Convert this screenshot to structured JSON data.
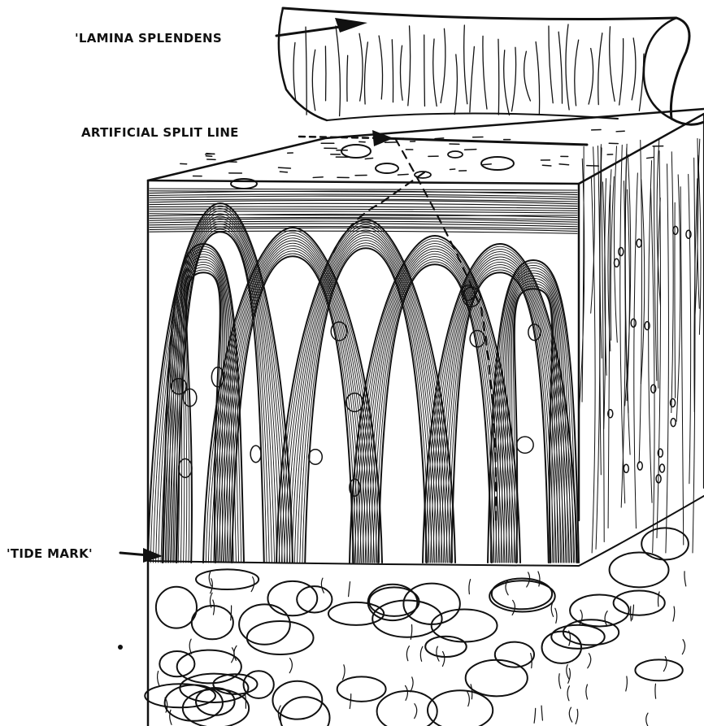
{
  "labels": {
    "lamina_splendens": "'LAMINA SPLENDENS",
    "artificial_split_line": "ARTIFICIAL SPLIT LINE",
    "tide_mark": "'TIDE MARK'"
  }
}
